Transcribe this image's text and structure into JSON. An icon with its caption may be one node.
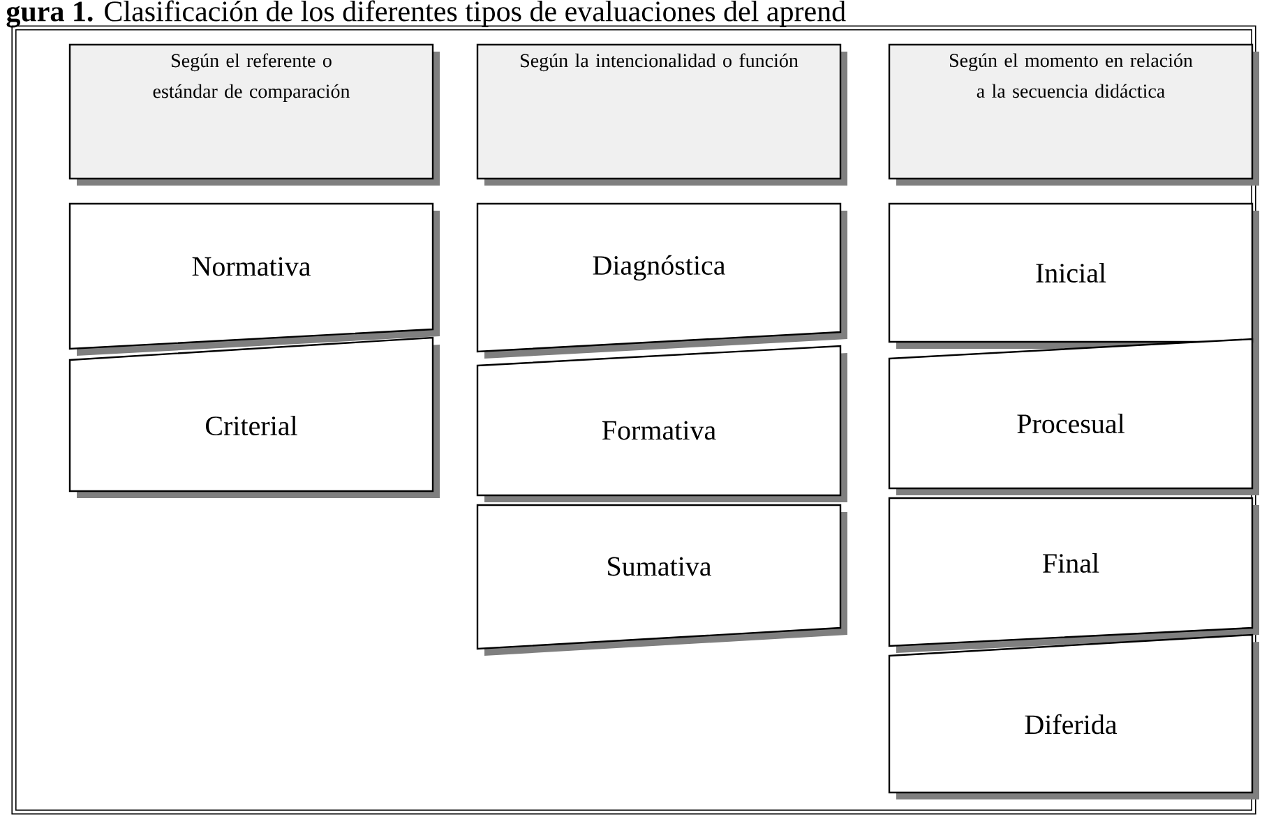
{
  "diagram": {
    "title": "**gura 1.** Clasificación de los diferentes tipos de evaluaciones del aprend",
    "nodes": [
      {
        "text": [
          "Según el referente o estándar de comparación"
        ]
      },
      {
        "text": [
          "Normativa"
        ]
      },
      {
        "text": [
          "Criterial"
        ]
      },
      {
        "text": [
          "Según la intencionalidad o función"
        ]
      },
      {
        "text": [
          "Diagnóstica"
        ]
      },
      {
        "text": [
          "Formativa"
        ]
      },
      {
        "text": [
          "Sumativa"
        ]
      },
      {
        "text": [
          "Según el momento en relación a la secuencia didáctica"
        ]
      },
      {
        "text": [
          "Inicial"
        ]
      },
      {
        "text": [
          "Procesual"
        ]
      },
      {
        "text": [
          "Final"
        ]
      },
      {
        "text": [
          "Diferida"
        ]
      }
    ],
    "edges": []
  }
}
